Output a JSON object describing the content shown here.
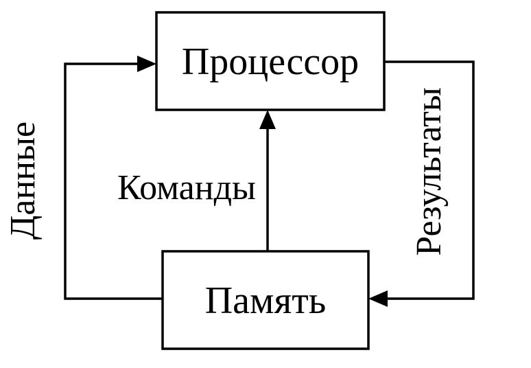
{
  "diagram_type": "flow",
  "nodes": {
    "processor": {
      "label": "Процессор"
    },
    "memory": {
      "label": "Память"
    }
  },
  "edges": {
    "data": {
      "label": "Данные",
      "from": "memory",
      "to": "processor",
      "side": "left"
    },
    "commands": {
      "label": "Команды",
      "from": "memory",
      "to": "processor",
      "side": "middle"
    },
    "results": {
      "label": "Результаты",
      "from": "processor",
      "to": "memory",
      "side": "right"
    }
  },
  "colors": {
    "stroke": "#000000",
    "background": "#ffffff"
  }
}
